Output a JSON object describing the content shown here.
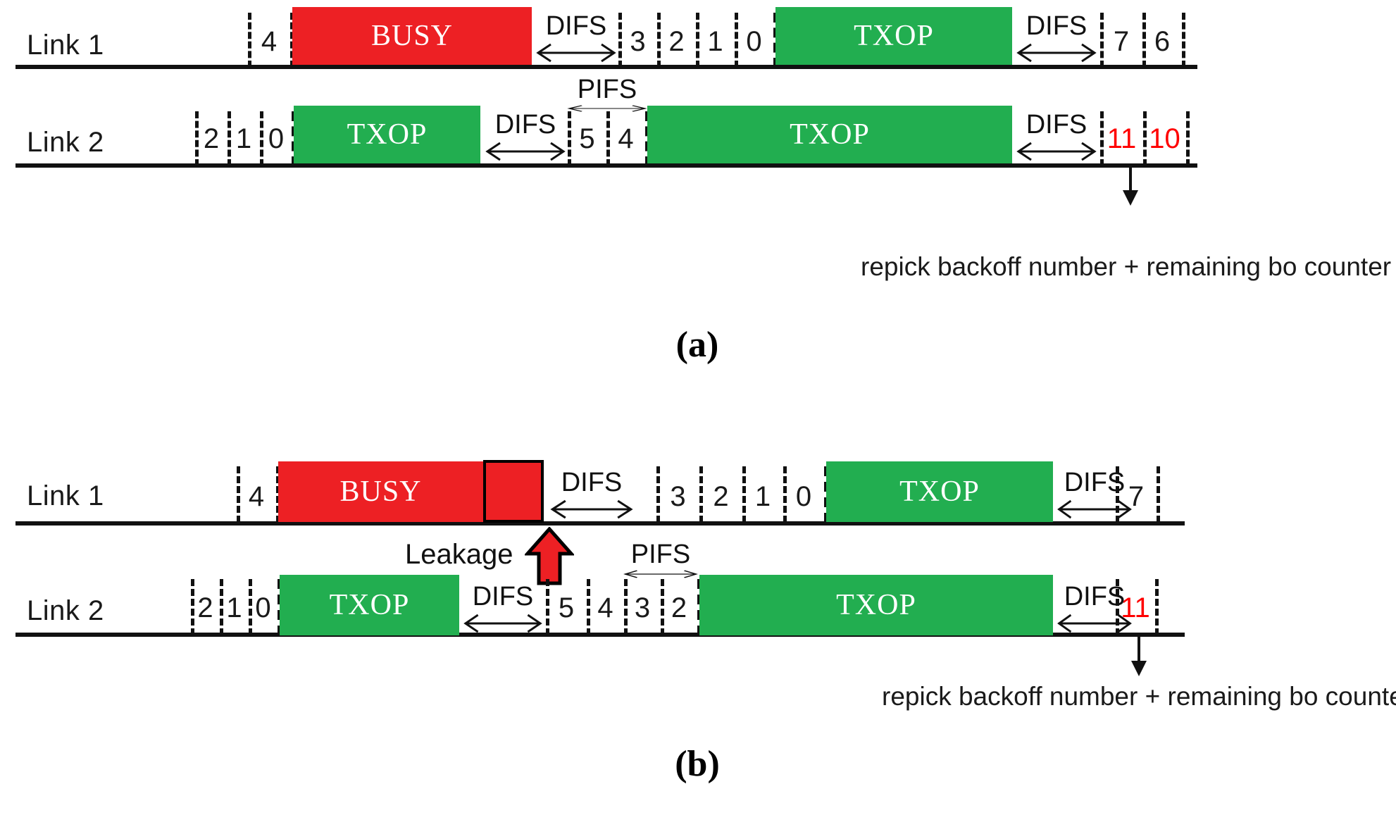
{
  "figure": {
    "panels": [
      {
        "id": "a",
        "caption": "(a)",
        "note": "repick backoff number + remaining bo counter",
        "links": [
          {
            "name": "Link 1",
            "slots_pre": [
              "4"
            ],
            "busy_label": "BUSY",
            "difs_1": "DIFS",
            "slots_mid": [
              "3",
              "2",
              "1",
              "0"
            ],
            "txop_label": "TXOP",
            "difs_2": "DIFS",
            "slots_post": [
              "7",
              "6"
            ]
          },
          {
            "name": "Link 2",
            "slots_pre": [
              "2",
              "1",
              "0"
            ],
            "txop_1": "TXOP",
            "difs_1": "DIFS",
            "slots_mid": [
              "5",
              "4"
            ],
            "pifs": "PIFS",
            "txop_2": "TXOP",
            "difs_2": "DIFS",
            "slots_post": [
              "11",
              "10"
            ]
          }
        ]
      },
      {
        "id": "b",
        "caption": "(b)",
        "note": "repick backoff number + remaining bo counter",
        "leakage_label": "Leakage",
        "links": [
          {
            "name": "Link 1",
            "slots_pre": [
              "4"
            ],
            "busy_label": "BUSY",
            "difs_1": "DIFS",
            "slots_mid": [
              "3",
              "2",
              "1",
              "0"
            ],
            "txop_label": "TXOP",
            "difs_2": "DIFS",
            "slots_post": [
              "7"
            ]
          },
          {
            "name": "Link 2",
            "slots_pre": [
              "2",
              "1",
              "0"
            ],
            "txop_1": "TXOP",
            "difs_1": "DIFS",
            "slots_mid": [
              "5",
              "4",
              "3",
              "2"
            ],
            "pifs": "PIFS",
            "txop_2": "TXOP",
            "difs_2": "DIFS",
            "slots_post": [
              "11"
            ]
          }
        ]
      }
    ],
    "colors": {
      "busy": "#ED2024",
      "txop": "#22AE50",
      "repick": "#FF0000",
      "line": "#111111"
    }
  }
}
